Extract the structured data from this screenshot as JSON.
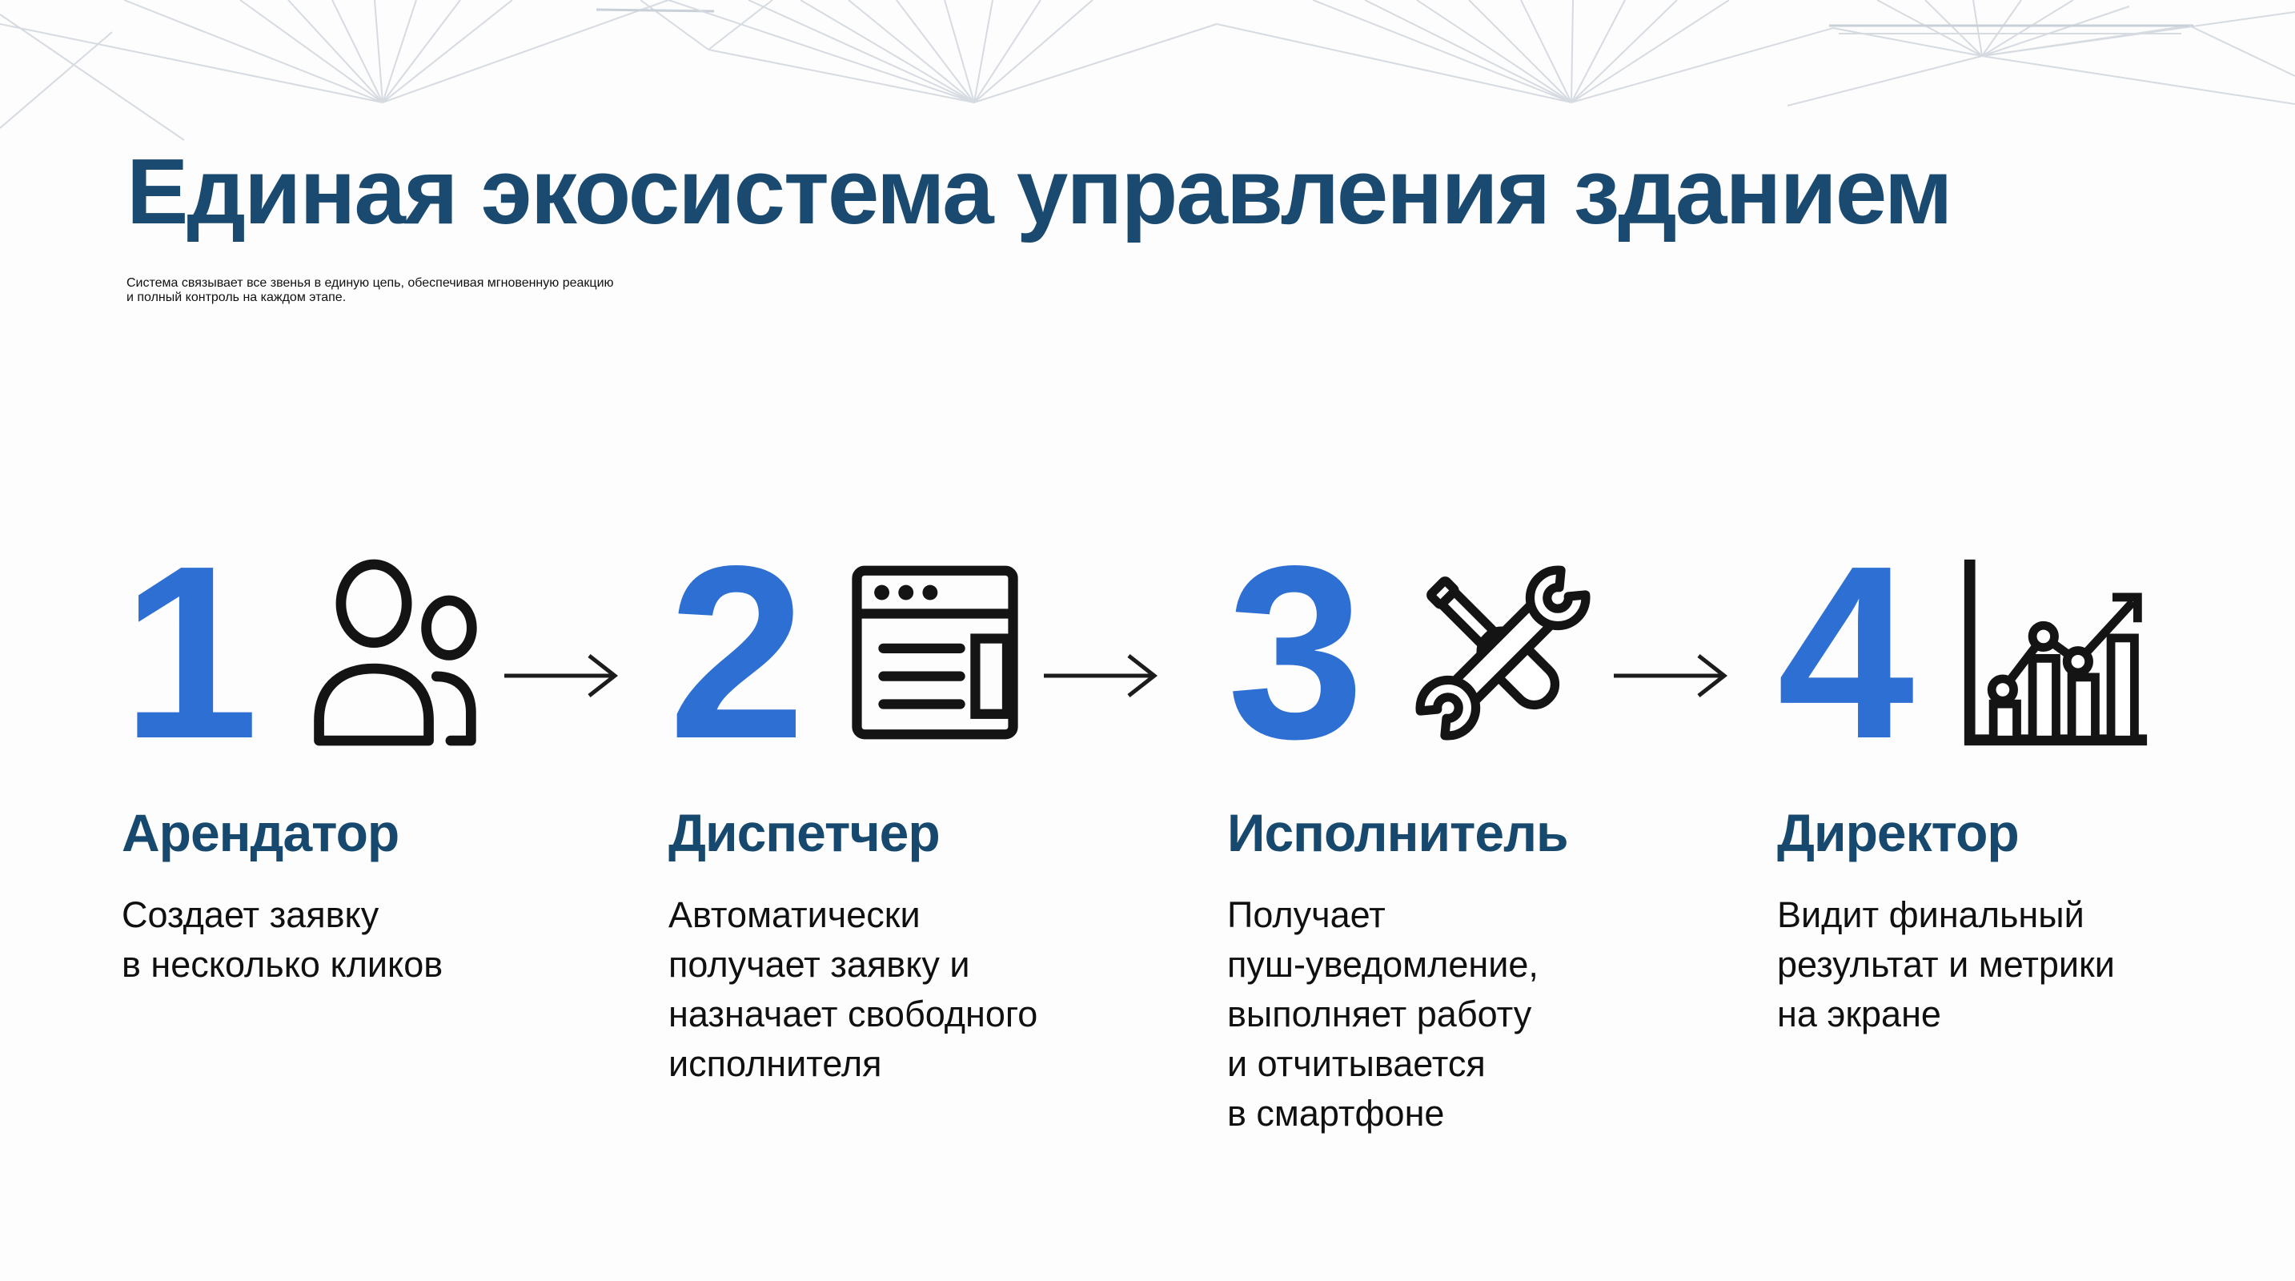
{
  "slide": {
    "title": "Единая экосистема управления зданием",
    "subtitle_lines": [
      "Система связывает все звенья в единую цепь, обеспечивая мгновенную реакцию",
      "и полный контроль на каждом этапе."
    ]
  },
  "steps": [
    {
      "number": "1",
      "icon": "people-icon",
      "title": "Арендатор",
      "description": "Создает заявку\nв несколько кликов"
    },
    {
      "number": "2",
      "icon": "browser-window-icon",
      "title": "Диспетчер",
      "description": "Автоматически\nполучает заявку и\nназначает свободного\nисполнителя"
    },
    {
      "number": "3",
      "icon": "tools-icon",
      "title": "Исполнитель",
      "description": "Получает\nпуш-уведомление,\nвыполняет работу\nи отчитывается\nв смартфоне"
    },
    {
      "number": "4",
      "icon": "bar-chart-icon",
      "title": "Директор",
      "description": "Видит финальный\nрезультат и метрики\nна экране"
    }
  ],
  "colors": {
    "accent_blue": "#2d6fd2",
    "heading_navy": "#1b4a70",
    "body_text": "#101010",
    "icon_stroke": "#141414",
    "mesh_line": "#d6dbe2",
    "background": "#fdfdfd"
  }
}
